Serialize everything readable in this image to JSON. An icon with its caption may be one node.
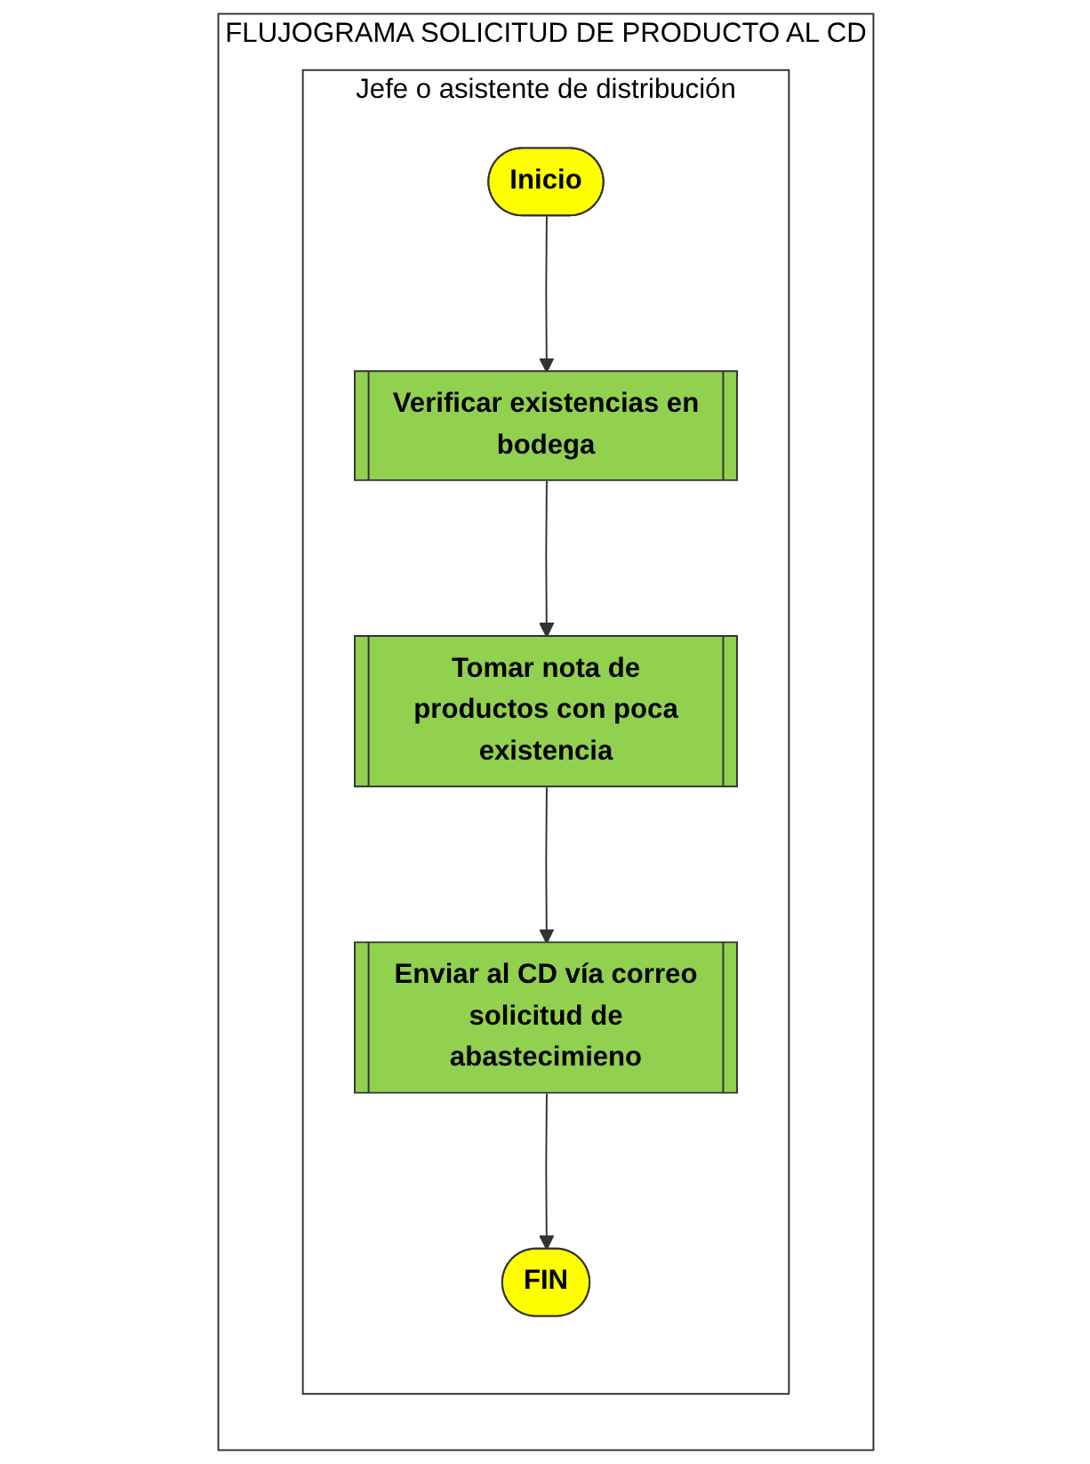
{
  "diagram": {
    "nodes": [
      {
        "text": [
          "FLUJOGRAMA SOLICITUD DE PRODUCTO AL CD"
        ]
      },
      {
        "text": [
          "Jefe o asistente de distribución"
        ],
        "in": 0
      },
      {
        "text": [
          "Inicio"
        ],
        "in": 1
      },
      {
        "text": [
          "Verificar existencias en bodega"
        ],
        "in": 1
      },
      {
        "text": [
          "Tomar nota de productos con poca existencia"
        ],
        "in": 1
      },
      {
        "text": [
          "Enviar al CD vía correo solicitud de abastecimieno"
        ],
        "in": 1
      },
      {
        "text": [
          "FIN"
        ],
        "in": 1
      }
    ],
    "edges": [
      {
        "from": 2,
        "to": 3,
        "arrow": "to"
      },
      {
        "from": 3,
        "to": 4,
        "arrow": "to"
      },
      {
        "from": 4,
        "to": 5,
        "arrow": "to"
      },
      {
        "from": 5,
        "to": 6,
        "arrow": "to"
      }
    ]
  }
}
